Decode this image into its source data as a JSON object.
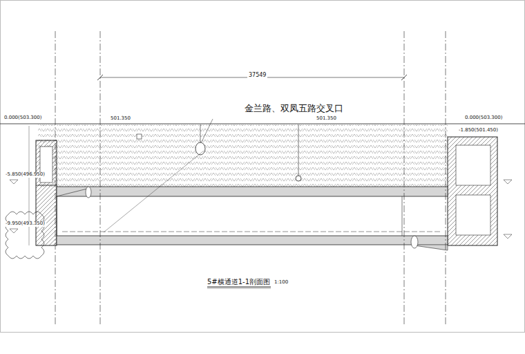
{
  "diagram": {
    "caption": "5#横通道1-1剖面图",
    "labels": [
      "金兰路、双凤五路交叉口",
      "37549",
      "1:100",
      "0.000(503.300)",
      "0.000(503.300)",
      "501.350",
      "501.350",
      "-1.850(501.450)",
      "-5.850(496.950)",
      "-9.950(493.350)"
    ]
  }
}
